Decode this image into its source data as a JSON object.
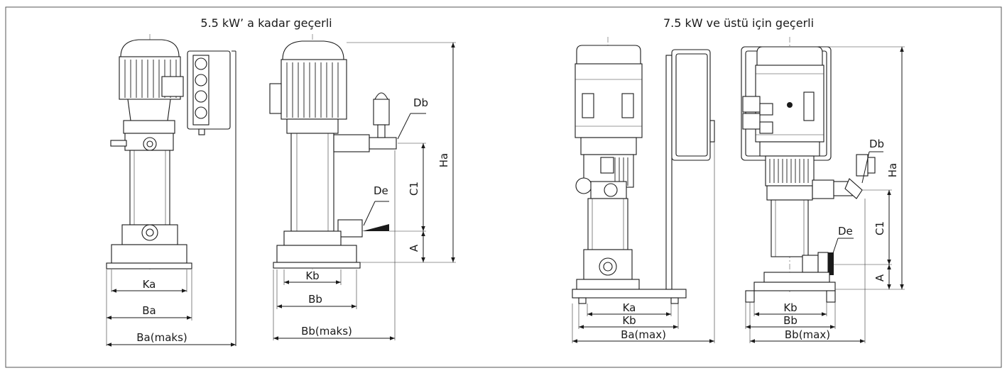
{
  "titles": {
    "left": "5.5 kW’ a kadar geçerli",
    "right": "7.5 kW ve üstü için geçerli"
  },
  "left_front": {
    "ka": "Ka",
    "ba": "Ba",
    "ba_max": "Ba(maks)"
  },
  "left_side": {
    "kb": "Kb",
    "bb": "Bb",
    "bb_max": "Bb(maks)",
    "db": "Db",
    "de": "De",
    "ha": "Ha",
    "c1": "C1",
    "a": "A"
  },
  "right_front": {
    "ka": "Ka",
    "kb": "Kb",
    "ba_max": "Ba(max)"
  },
  "right_side": {
    "kb": "Kb",
    "bb": "Bb",
    "bb_max": "Bb(max)",
    "db": "Db",
    "de": "De",
    "ha": "Ha",
    "c1": "C1",
    "a": "A"
  }
}
